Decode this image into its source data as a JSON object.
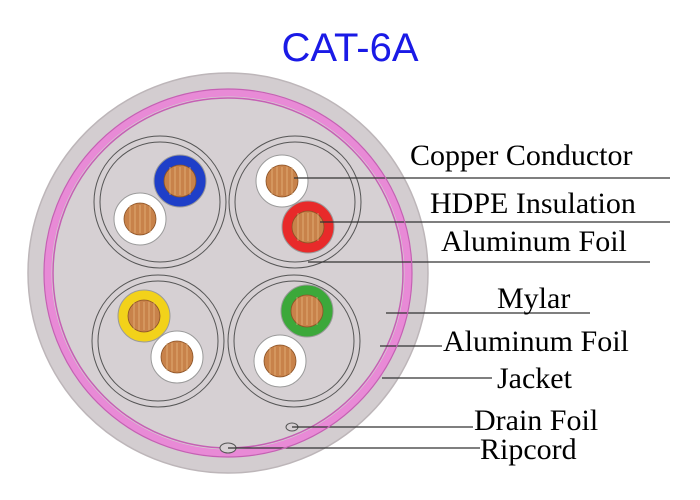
{
  "title": "CAT-6A",
  "colors": {
    "title": "#1a1ae6",
    "jacket": "#d3cdd0",
    "jacket_edge": "#bdb6b9",
    "mylar": "#e88ad6",
    "mylar_edge": "#c65fb4",
    "core": "#d6d0d3",
    "pair_line": "#555555",
    "copper": "#c8824a",
    "copper_light": "#f0c48f",
    "leader": "#333333"
  },
  "pairs": [
    {
      "insulation": [
        "#1f3fc8",
        "#ffffff"
      ]
    },
    {
      "insulation": [
        "#ffffff",
        "#e82a2a"
      ]
    },
    {
      "insulation": [
        "#f2d21a",
        "#ffffff"
      ]
    },
    {
      "insulation": [
        "#3ca83a",
        "#ffffff"
      ]
    }
  ],
  "labels": [
    {
      "key": "copper_conductor",
      "text": "Copper Conductor"
    },
    {
      "key": "hdpe_insulation",
      "text": "HDPE Insulation"
    },
    {
      "key": "aluminum_foil_pair",
      "text": "Aluminum Foil"
    },
    {
      "key": "mylar",
      "text": "Mylar"
    },
    {
      "key": "aluminum_foil_overall",
      "text": "Aluminum Foil"
    },
    {
      "key": "jacket",
      "text": "Jacket"
    },
    {
      "key": "drain_foil",
      "text": "Drain Foil"
    },
    {
      "key": "ripcord",
      "text": "Ripcord"
    }
  ]
}
